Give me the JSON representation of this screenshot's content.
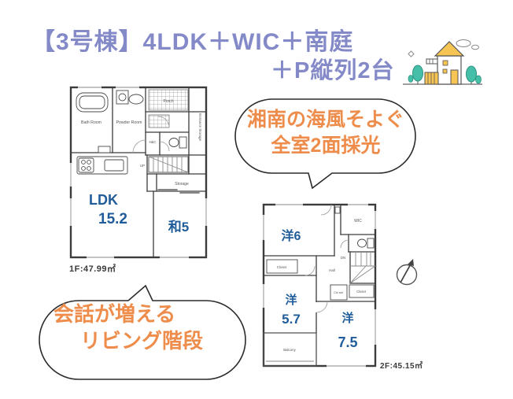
{
  "colors": {
    "title": "#8489c8",
    "orange": "#ee8d4b",
    "navy": "#1f5c99",
    "line": "#3c3c3c",
    "house-yellow": "#f6c453",
    "house-teal": "#45bfa8"
  },
  "header": {
    "title": "【3号棟】4LDK＋WIC＋南庭",
    "subtitle": "＋P縦列2台"
  },
  "bubble_top": {
    "line1": "湘南の海風そよぐ",
    "line2": "全室2面採光"
  },
  "bubble_bottom": {
    "line1": "会話が増える",
    "line2": "リビング階段"
  },
  "floor1": {
    "area": "1F:47.99㎡",
    "ldk_name": "LDK",
    "ldk_size": "15.2",
    "washitsu": "和5",
    "labels": {
      "bath": "Bath Room",
      "powder": "Powder Room",
      "porch": "Porch",
      "hc": "H&C",
      "up": "UP",
      "storage": "Storage",
      "entrance_storage": "Entrance Storage"
    }
  },
  "floor2": {
    "area": "2F:45.15㎡",
    "yo6": "洋6",
    "yo57_name": "洋",
    "yo57_size": "5.7",
    "yo75_name": "洋",
    "yo75_size": "7.5",
    "labels": {
      "wic": "WIC",
      "dn": "DN",
      "hall": "Hall",
      "closet_a": "Closet",
      "closet_b": "Clo set",
      "closet_c": "Closet",
      "balcony": "Balcony"
    }
  }
}
